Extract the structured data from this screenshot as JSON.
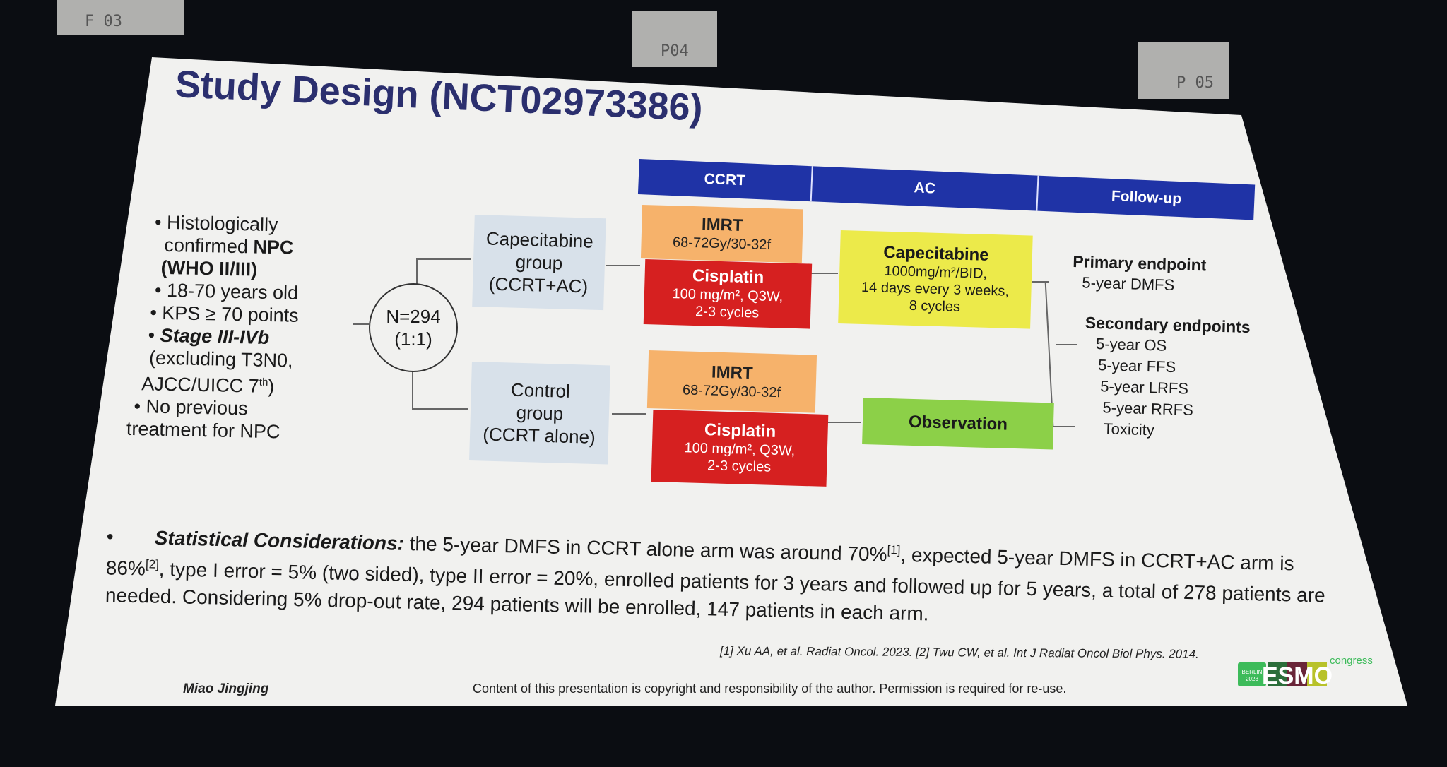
{
  "background_labels": [
    "F 03",
    "P04",
    "P 05"
  ],
  "slide": {
    "title": "Study Design (NCT02973386)",
    "phases": [
      "CCRT",
      "AC",
      "Follow-up"
    ],
    "criteria": [
      {
        "bullet": "•",
        "text": "Histologically"
      },
      {
        "bullet": "",
        "text": "confirmed ",
        "bold": "NPC"
      },
      {
        "bullet": "",
        "bold": "(WHO II/III)"
      },
      {
        "bullet": "•",
        "text": "18-70 years old"
      },
      {
        "bullet": "•",
        "text": "KPS ≥ 70 points"
      },
      {
        "bullet": "•",
        "bold": "Stage III-IVb"
      },
      {
        "bullet": "",
        "text": "(excluding T3N0,"
      },
      {
        "bullet": "",
        "text": "AJCC/UICC 7",
        "sup": "th",
        ", ": ")"
      },
      {
        "bullet": "•",
        "text": "No previous"
      },
      {
        "bullet": "",
        "text": "treatment for NPC"
      }
    ],
    "randomization": {
      "n": "N=294",
      "ratio": "(1:1)"
    },
    "arms": [
      {
        "group": [
          "Capecitabine",
          "group",
          "(CCRT+AC)"
        ],
        "imrt": {
          "title": "IMRT",
          "dose": "68-72Gy/30-32f"
        },
        "cisplatin": {
          "title": "Cisplatin",
          "dose": "100 mg/m², Q3W,",
          "cycles": "2-3 cycles"
        },
        "ac": {
          "title": "Capecitabine",
          "lines": [
            "1000mg/m²/BID,",
            "14 days every 3 weeks,",
            "8 cycles"
          ]
        }
      },
      {
        "group": [
          "Control",
          "group",
          "(CCRT alone)"
        ],
        "imrt": {
          "title": "IMRT",
          "dose": "68-72Gy/30-32f"
        },
        "cisplatin": {
          "title": "Cisplatin",
          "dose": "100 mg/m², Q3W,",
          "cycles": "2-3 cycles"
        },
        "ac": {
          "title": "Observation"
        }
      }
    ],
    "endpoints": {
      "primary_title": "Primary endpoint",
      "primary": [
        "5-year DMFS"
      ],
      "secondary_title": "Secondary endpoints",
      "secondary": [
        "5-year OS",
        "5-year FFS",
        "5-year LRFS",
        "5-year RRFS",
        "Toxicity"
      ]
    },
    "stats": {
      "bullet": "•",
      "label": "Statistical Considerations:",
      "t1": " the 5-year DMFS in CCRT alone arm was around 70%",
      "ref1": "[1]",
      "t2": ", expected 5-year DMFS in CCRT+AC arm is 86%",
      "ref2": "[2]",
      "t3": ", type I error = 5% (two sided), type II error = 20%, enrolled patients for 3 years and followed up for 5 years, a total of  278 patients are needed. Considering 5% drop-out rate, 294 patients will be enrolled,  147 patients in each arm."
    },
    "references": "[1] Xu AA, et al. Radiat Oncol. 2023.    [2] Twu CW, et al. Int J Radiat Oncol Biol Phys. 2014.",
    "author": "Miao Jingjing",
    "copyright": "Content of this presentation is copyright and responsibility of the author. Permission is required for re-use.",
    "logo": {
      "city": "BERLIN",
      "year": "2023",
      "name": "ESMO",
      "suffix": "congress"
    }
  },
  "colors": {
    "header": "#1f33a6",
    "imrt": "#f6b26b",
    "cisplatin": "#d62020",
    "capecitabine": "#ecea4a",
    "observation": "#8cd048",
    "group": "#d8e1ea"
  }
}
